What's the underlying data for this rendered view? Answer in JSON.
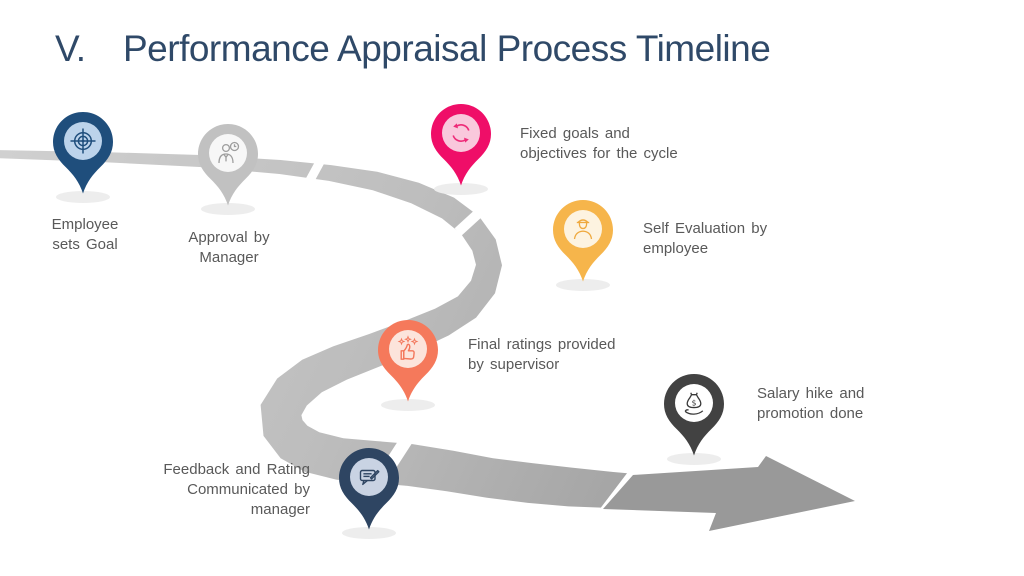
{
  "slide": {
    "title": {
      "number": "V.",
      "text": "Performance Appraisal Process Timeline"
    },
    "colors": {
      "title": "#2F4968",
      "label": "#595959",
      "road_light": "#D0D0D0",
      "road_dark": "#9B9B9B",
      "arrow": "#999999",
      "shadow": "#EDEDED",
      "background": "#FFFFFF"
    }
  },
  "steps": [
    {
      "id": "employee-sets-goal",
      "label_lines": [
        "Employee",
        "sets Goal"
      ],
      "align": "center",
      "icon": "target-icon",
      "pin_color": "#1F4E7C",
      "inner_color": "#BCD3EB",
      "icon_color": "#1F4E7C"
    },
    {
      "id": "approval-by-manager",
      "label_lines": [
        "Approval by",
        "Manager"
      ],
      "align": "center",
      "icon": "manager-clock-icon",
      "pin_color": "#C1C1C1",
      "inner_color": "#F7F7F7",
      "icon_color": "#9E9E9E"
    },
    {
      "id": "fixed-goals",
      "label_lines": [
        "Fixed goals and",
        "objectives for the cycle"
      ],
      "align": "left",
      "icon": "cycle-arrows-icon",
      "pin_color": "#EF0E68",
      "inner_color": "#F9C8DC",
      "icon_color": "#EE2B78"
    },
    {
      "id": "self-evaluation",
      "label_lines": [
        "Self Evaluation by",
        "employee"
      ],
      "align": "left",
      "icon": "employee-icon",
      "pin_color": "#F6B54B",
      "inner_color": "#FDF3E0",
      "icon_color": "#EFA93E"
    },
    {
      "id": "final-ratings",
      "label_lines": [
        "Final ratings provided",
        "by supervisor"
      ],
      "align": "left",
      "icon": "rating-thumb-icon",
      "pin_color": "#F5795B",
      "inner_color": "#FCE4DB",
      "icon_color": "#F3765A"
    },
    {
      "id": "feedback-communicated",
      "label_lines": [
        "Feedback and Rating",
        "Communicated by",
        "manager"
      ],
      "align": "right",
      "icon": "feedback-chat-icon",
      "pin_color": "#2E4562",
      "inner_color": "#C9D3E3",
      "icon_color": "#2E4562"
    },
    {
      "id": "salary-hike",
      "label_lines": [
        "Salary hike and",
        "promotion done"
      ],
      "align": "left",
      "icon": "salary-hand-icon",
      "pin_color": "#424242",
      "inner_color": "#FFFFFF",
      "icon_color": "#3A3A3A"
    }
  ]
}
